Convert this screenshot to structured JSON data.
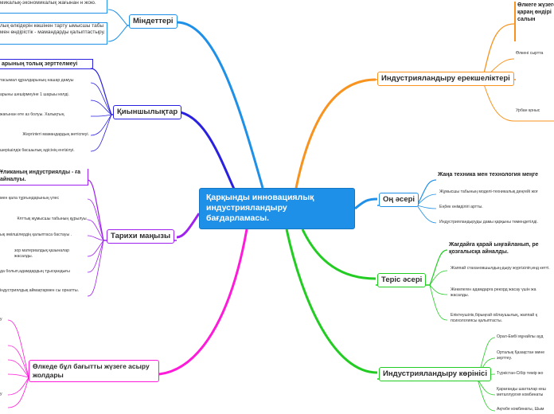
{
  "colors": {
    "central_bg": "#1e90e8",
    "orange": "#f7931e",
    "blue": "#1e90e8",
    "green": "#22cc22",
    "purple": "#a020f0",
    "indigo": "#2a20e0",
    "magenta": "#ff1ad9"
  },
  "central": {
    "title": "Қарқынды инновациялық индустрияландыру бағдарламасы."
  },
  "branches": {
    "features": {
      "title": "Индустрияландыру ерекшеліктері",
      "items": [
        "Өлкеге жүзеге қараң өндірі салын",
        "Өлкені сыртта",
        "Урбан қоныс"
      ]
    },
    "positive": {
      "title": "Оң әсері",
      "items": [
        "Жаңа техника мен технология меңге",
        "Жұмысшы табының моделі-техникалық деңгейі жоғ",
        "Еңбек өнімділігі артты.",
        "Индустрияландыруды дамы қарқыны төмендетілді."
      ]
    },
    "negative": {
      "title": "Теріс әсері",
      "items": [
        "Жағдайға қарай ыңғайланып, ре қозғалысқа айналды.",
        "Жаппай стахановшылдың-дыру жүргізіліп,инд кетті.",
        "Жекелеген адамдарға рекорд жасау үшін жа жасалды.",
        "Епіктеушілік,бірыңғай ойлаушылық, жаппай қ психологиясы қалыптасты."
      ]
    },
    "map": {
      "title": "Индустрияландыру көрінісі",
      "items": [
        "Орал-Ембі мұнайлы ауд",
        "Орталық Қазақстан мине зерттеу.",
        "Түркістан-Сібір темір жо",
        "Қарағанды шахталар кеш металлургия комбинаты",
        "Ақтөбе комбинаты, Шым"
      ]
    },
    "tasks": {
      "title": "Міндеттері",
      "items": [
        "микалық-экономикалық жағынан н жою.",
        "лық өлкідерін көшінен тарту ымысшы табы мен өндірістік - мамандарды қалыптастыру."
      ]
    },
    "difficulties": {
      "title": "Қиыншылықтар",
      "items": [
        "арының толық зерттелмеуі",
        "тасымал құралдарының нашар дамуы",
        "арыны шешірмеуіне 1 шарыы келді.",
        "жағынан өте аз болуы. Халықтың",
        "Жергілікті мамандардың жетіспеуі.",
        "шерішілдік басшылық әдісінің енгізілуі."
      ]
    },
    "history": {
      "title": "Тарихи маңызы",
      "items": [
        "Ұликаның индустриялды - ға айналуы.",
        "мен қала тұрғындарының үлес",
        "Ұлттық жұмысшы табының құрылуы.",
        "ық әмілшілердің қалыптаса бастауы .",
        "зор материалдық қазыналар жасалды.",
        "да болып,адамдардың тұысқандығы",
        "індустриялдық аймақтармен сы орнатты."
      ]
    },
    "directions": {
      "title": "Өлкеде бұл бағытты жүзеге асыру жолдары",
      "items": [
        "у",
        "",
        "",
        "",
        "",
        "у",
        ""
      ]
    }
  }
}
